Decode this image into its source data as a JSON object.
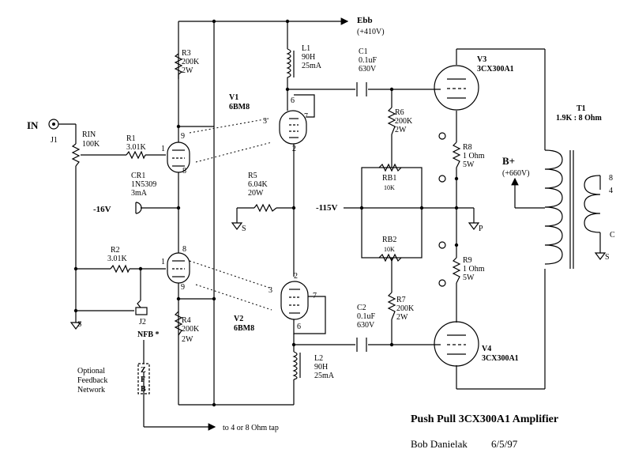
{
  "power": {
    "ebb": "Ebb",
    "ebb_voltage": "(+410V)",
    "bplus": "B+",
    "bplus_voltage": "(+660V)",
    "neg16": "-16V",
    "neg115": "-115V"
  },
  "jacks": {
    "in": "IN",
    "j1": "J1",
    "j2": "J2",
    "nfb": "NFB *"
  },
  "components": {
    "r3": [
      "R3",
      "200K",
      "2W"
    ],
    "l1": [
      "L1",
      "90H",
      "25mA"
    ],
    "c1": [
      "C1",
      "0.1uF",
      "630V"
    ],
    "v3": [
      "V3",
      "3CX300A1"
    ],
    "v1": [
      "V1",
      "6BM8"
    ],
    "rin": [
      "RIN",
      "100K"
    ],
    "r1": [
      "R1",
      "3.01K"
    ],
    "r6": [
      "R6",
      "200K",
      "2W"
    ],
    "t1": [
      "T1",
      "1.9K : 8 Ohm"
    ],
    "cr1": [
      "CR1",
      "1N5309",
      "3mA"
    ],
    "r5": [
      "R5",
      "6.04K",
      "20W"
    ],
    "rb1": [
      "RB1",
      "10K"
    ],
    "r8": [
      "R8",
      "1 Ohm",
      "5W"
    ],
    "rb2": [
      "RB2",
      "10K"
    ],
    "r2": [
      "R2",
      "3.01K"
    ],
    "r9": [
      "R9",
      "1 Ohm",
      "5W"
    ],
    "v2": [
      "V2",
      "6BM8"
    ],
    "r4": [
      "R4",
      "200K",
      "2W"
    ],
    "c2": [
      "C2",
      "0.1uF",
      "630V"
    ],
    "r7": [
      "R7",
      "200K",
      "2W"
    ],
    "l2": [
      "L2",
      "90H",
      "25mA"
    ],
    "v4": [
      "V4",
      "3CX300A1"
    ]
  },
  "pins": {
    "v1_9": "9",
    "v1_1": "1",
    "v1_8": "8",
    "v1_3": "3",
    "v1_6": "6",
    "v1_7": "7",
    "v1_2": "2",
    "v2_8": "8",
    "v2_1": "1",
    "v2_9": "9",
    "v2_3": "3",
    "v2_2": "2",
    "v2_7": "7",
    "v2_6": "6"
  },
  "grounds": {
    "s": "S",
    "p": "P",
    "c": "C"
  },
  "taps": {
    "t8": "8",
    "t4": "4"
  },
  "zfb": [
    "Z",
    "F",
    "B"
  ],
  "feedback_note": [
    "Optional",
    "Feedback",
    "Network"
  ],
  "tap_note": "to 4 or 8 Ohm tap",
  "title": "Push Pull 3CX300A1 Amplifier",
  "author": "Bob Danielak",
  "date": "6/5/97"
}
